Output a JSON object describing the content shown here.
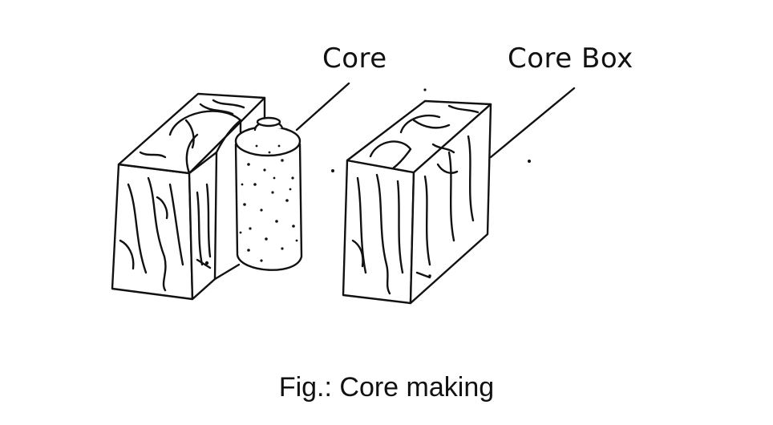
{
  "figure": {
    "labels": {
      "core": "Core",
      "core_box": "Core Box"
    },
    "caption": "Fig.: Core making"
  },
  "colors": {
    "ink": "#111111",
    "background": "#ffffff"
  }
}
